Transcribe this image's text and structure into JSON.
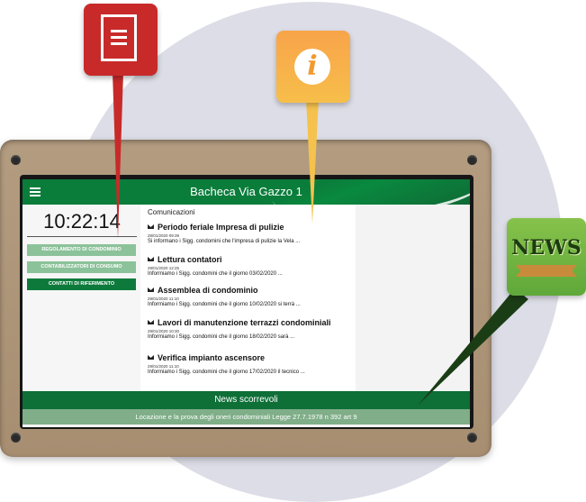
{
  "app": {
    "title": "Bacheca Via Gazzo 1"
  },
  "clock": {
    "time": "10:22:14"
  },
  "sidebar": {
    "buttons": [
      {
        "label": "REGOLAMENTO DI CONDOMINIO"
      },
      {
        "label": "CONTABILIZZATORI DI CONSUMO"
      },
      {
        "label": "CONTATTI DI RIFERIMENTO"
      }
    ]
  },
  "communications": {
    "header": "Comunicazioni",
    "items": [
      {
        "title": "Periodo feriale Impresa di pulizie",
        "date": "28/01/2020 09:39",
        "text": "Si informano i Sigg. condomini che l'impresa di pulizie la Vela ..."
      },
      {
        "title": "Lettura contatori",
        "date": "29/01/2020 12:25",
        "text": "Informiamo i Sigg. condomini che il giorno 03/02/2020 ..."
      },
      {
        "title": "Assemblea di condominio",
        "date": "29/01/2020 11:10",
        "text": "Informiamo i Sigg. condomini che il giorno 10/02/2020 si terrà ..."
      },
      {
        "title": "Lavori di manutenzione terrazzi condominiali",
        "date": "29/01/2020 10:30",
        "text": "Informiamo i Sigg. condomini che il giorno 18/02/2020 sarà ..."
      },
      {
        "title": "Verifica impianto ascensore",
        "date": "29/01/2020 11:10",
        "text": "Informiamo i Sigg. condomini che il giorno 17/02/2020 il tecnico ..."
      }
    ]
  },
  "news": {
    "bar_label": "News scorrevoli",
    "ticker": "Locazione e la prova degli oneri condominiali Legge 27.7.1978 n 392 art 9"
  },
  "badges": {
    "news_label": "NEWS",
    "icons": [
      "document-icon",
      "info-icon"
    ]
  },
  "colors": {
    "brand_green": "#0a7d3b",
    "red": "#c82a2a",
    "orange": "#f7b84a",
    "news_green": "#6fb540"
  }
}
